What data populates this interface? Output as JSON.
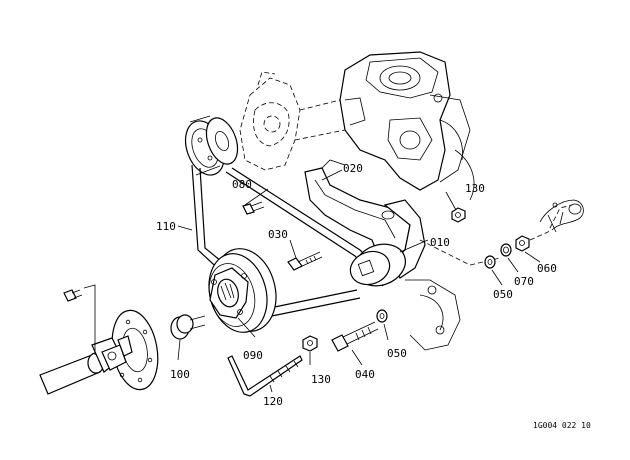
{
  "labels": {
    "p010": "010",
    "p020": "020",
    "p030": "030",
    "p040": "040",
    "p050a": "050",
    "p050b": "050",
    "p060": "060",
    "p070": "070",
    "p080": "080",
    "p090": "090",
    "p100": "100",
    "p110": "110",
    "p120": "120",
    "p130a": "130",
    "p130b": "130"
  },
  "figure_code": "1G004 022 10"
}
